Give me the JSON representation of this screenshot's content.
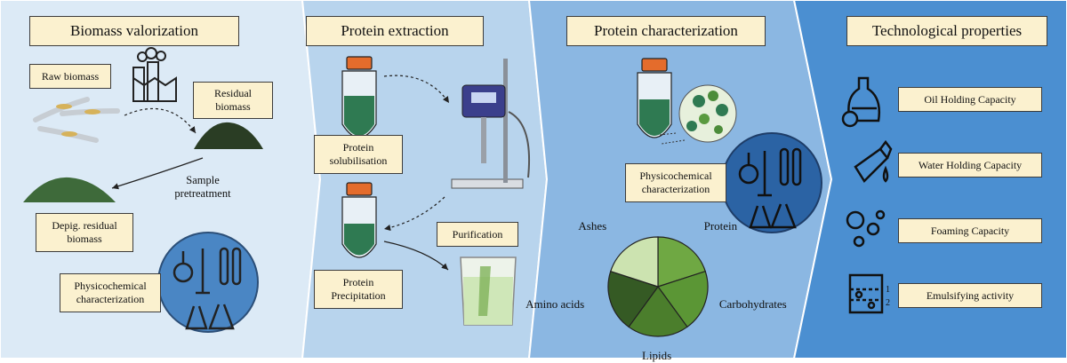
{
  "sections": [
    {
      "title": "Biomass valorization"
    },
    {
      "title": "Protein extraction"
    },
    {
      "title": "Protein characterization"
    },
    {
      "title": "Technological properties"
    }
  ],
  "biomass": {
    "raw": "Raw biomass",
    "residual": "Residual\nbiomass",
    "pretreatment": "Sample\npretreatment",
    "depig": "Depig. residual\nbiomass",
    "physchem": "Physicochemical\ncharacterization"
  },
  "extraction": {
    "solubilisation": "Protein\nsolubilisation",
    "precipitation": "Protein\nPrecipitation",
    "purification": "Purification"
  },
  "characterization": {
    "physchem": "Physicochemical\ncharacterization",
    "pie": [
      {
        "label": "Protein",
        "value": 20,
        "color": "#6fa843"
      },
      {
        "label": "Carbohydrates",
        "value": 20,
        "color": "#5b9635"
      },
      {
        "label": "Lipids",
        "value": 20,
        "color": "#4b7e2c"
      },
      {
        "label": "Amino acids",
        "value": 20,
        "color": "#355a24"
      },
      {
        "label": "Ashes",
        "value": 20,
        "color": "#cce3b0"
      }
    ]
  },
  "properties": [
    {
      "label": "Oil Holding Capacity",
      "icon": "oil-bottle-icon"
    },
    {
      "label": "Water Holding Capacity",
      "icon": "water-bottle-icon"
    },
    {
      "label": "Foaming Capacity",
      "icon": "bubbles-icon"
    },
    {
      "label": "Emulsifying activity",
      "icon": "beaker-layers-icon"
    }
  ],
  "emulsion_marks": [
    "1",
    "2"
  ],
  "colors": {
    "panel1": "#dceaf6",
    "panel2": "#b8d4ed",
    "panel3": "#8bb7e2",
    "panel4": "#4b8fd1",
    "tube_cap": "#e46c2c",
    "tube_liquid": "#2f7a52",
    "lab_circle": "#4a86c4",
    "lab_circle2": "#2b63a4"
  }
}
